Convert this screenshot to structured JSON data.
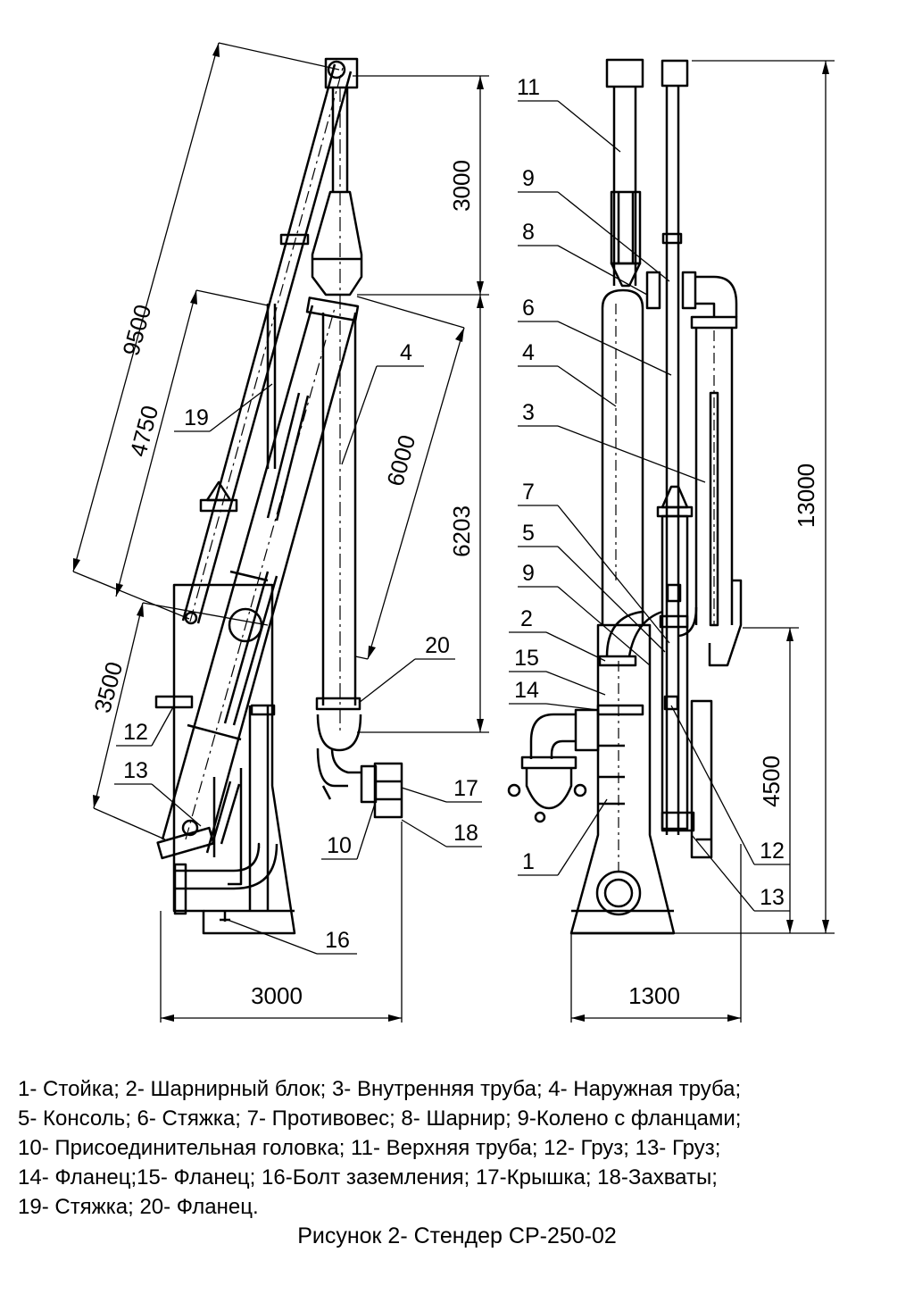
{
  "callouts": {
    "left": [
      "4",
      "19",
      "20",
      "12",
      "13",
      "10",
      "17",
      "18",
      "16"
    ],
    "right": [
      "11",
      "9",
      "8",
      "6",
      "4",
      "3",
      "7",
      "5",
      "9",
      "2",
      "15",
      "14",
      "1",
      "12",
      "13"
    ]
  },
  "dimensions": {
    "left": [
      "9500",
      "4750",
      "3000",
      "6000",
      "6203",
      "3500",
      "3000"
    ],
    "right": [
      "13000",
      "4500",
      "1300"
    ]
  },
  "legend": [
    "1- Стойка; 2- Шарнирный блок; 3- Внутренняя труба; 4- Наружная труба;",
    "5- Консоль; 6- Стяжка; 7- Противовес; 8- Шарнир; 9-Колено с фланцами;",
    "10- Присоединительная головка; 11- Верхняя труба; 12- Груз; 13- Груз;",
    "14- Фланец;15- Фланец; 16-Болт заземления; 17-Крышка; 18-Захваты;",
    "19- Стяжка; 20- Фланец."
  ],
  "caption": "Рисунок 2- Стендер СР-250-02"
}
